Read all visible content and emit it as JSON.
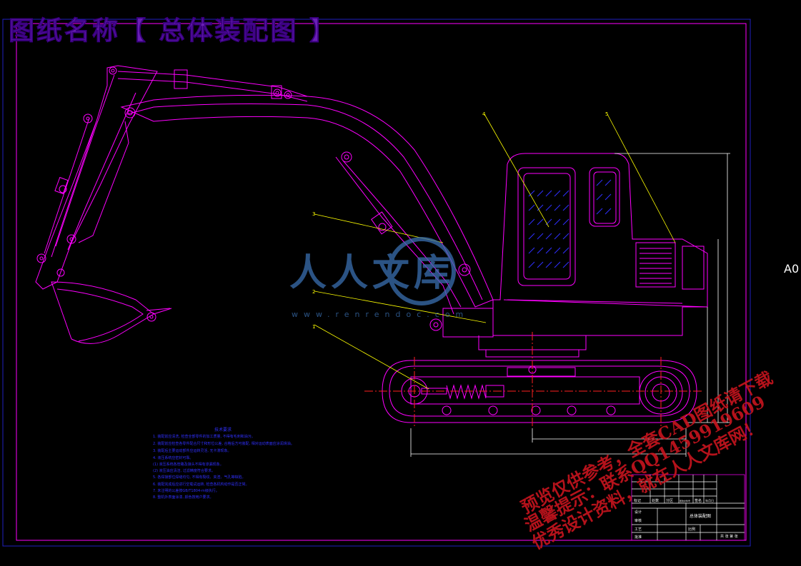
{
  "drawing": {
    "title_label": "图纸名称【 总体装配图 】",
    "sheet_size": "A0",
    "tech_requirements_title": "技术要求",
    "tech_requirements": [
      "1. 装配前应清洗, 检查全部零件的加工质量, 不得有毛刺和油污。",
      "2. 装配前应检查各零件配合尺寸和形位公差, 合格后方可装配, 相对运动表面应涂润滑油。",
      "3. 装配后主要运动部件应运转灵活, 无卡滞现象。",
      "4. 液压系统应密封可靠。",
      "   (1) 液压系统各管路及接头不得有渗漏现象。",
      "   (2) 液压油应清洁, 过滤精度符合要求。",
      "5. 各焊接部位焊缝均匀, 不得有裂纹、夹渣、气孔等缺陷。",
      "6. 装配完成后应进行空载试运转, 检查各机构动作是否正常。",
      "7. 未注明的公差按GB/T1804-m级执行。",
      "8. 整机外表面涂漆, 颜色按用户要求。"
    ],
    "part_callouts": [
      "1",
      "2",
      "3",
      "4",
      "5"
    ],
    "title_block": {
      "drawing_name": "总体装配图",
      "row_labels": [
        "标记",
        "处数",
        "分区",
        "更改文件号",
        "签名",
        "年月日"
      ],
      "roles": [
        "设计",
        "审核",
        "工艺",
        "批准"
      ],
      "scale_label": "比例",
      "sheet_label": "共 张 第 张"
    }
  },
  "watermark": {
    "logo_text": "人人文库",
    "url_text": "www.renrendoc.com",
    "red_lines": [
      "预览仅供参考，全套CAD图纸请下载",
      "温馨提示：联系QQ1459919609",
      "优秀设计资料，就在人人文库网！"
    ]
  },
  "colors": {
    "background": "#000000",
    "border": "#2020c0",
    "magenta": "#ff00ff",
    "yellow": "#ffff00",
    "blue": "#3030ff",
    "red": "#ff2020",
    "white": "#ffffff",
    "title_purple": "#6a1fb5",
    "watermark_red": "#c8141e",
    "watermark_blue": "#3a6fb0"
  }
}
